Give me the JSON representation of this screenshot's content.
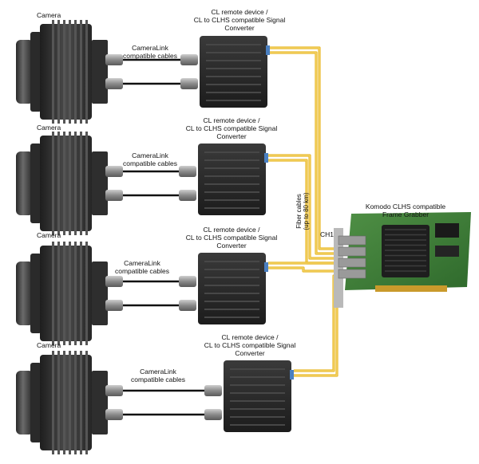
{
  "labels": {
    "camera": "Camera",
    "cameralink_line1": "CameraLink",
    "cameralink_line2": "compatible cables",
    "converter_line1": "CL remote device /",
    "converter_line2": "CL to CLHS compatible Signal",
    "converter_line3": "Converter",
    "fiber_line1": "Fiber cables",
    "fiber_line2": "(up to 80 km)",
    "grabber_line1": "Komodo CLHS compatible",
    "grabber_line2": "Frame Grabber",
    "channel": "CH1"
  },
  "colors": {
    "fiber": "#e8b829",
    "fiber_light": "#f7dc7a",
    "device_body": "#2c2c2c",
    "camera_body": "#3a3a3a",
    "pcb": "#3f7d3a",
    "bracket": "#b9b9b9"
  }
}
